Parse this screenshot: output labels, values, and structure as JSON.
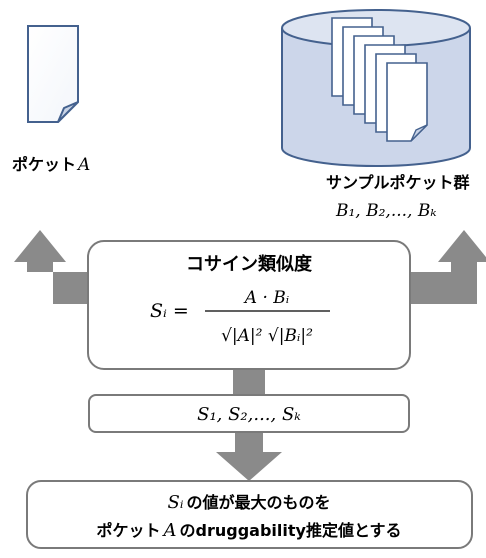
{
  "pocket_a": {
    "label_prefix": "ポケット",
    "label_var": "A"
  },
  "sample_pockets": {
    "title": "サンプルポケット群",
    "set": "B₁, B₂,..., Bₖ"
  },
  "similarity": {
    "title": "コサイン類似度",
    "lhs": "Sᵢ =",
    "numerator": "A · Bᵢ",
    "denominator": "√|A|² √|Bᵢ|²"
  },
  "scores": {
    "list": "S₁, S₂,..., Sₖ"
  },
  "result": {
    "line1_var": "Sᵢ",
    "line1_text": "の値が最大のものを",
    "line2_prefix": "ポケット",
    "line2_var": "A",
    "line2_text": "のdruggability推定値とする"
  },
  "colors": {
    "document_stroke": "#44618e",
    "cylinder_fill": "#ccd6ea",
    "cylinder_stroke": "#44618e",
    "arrow_fill": "#8a8a8a",
    "box_stroke": "#7a7a7a"
  }
}
